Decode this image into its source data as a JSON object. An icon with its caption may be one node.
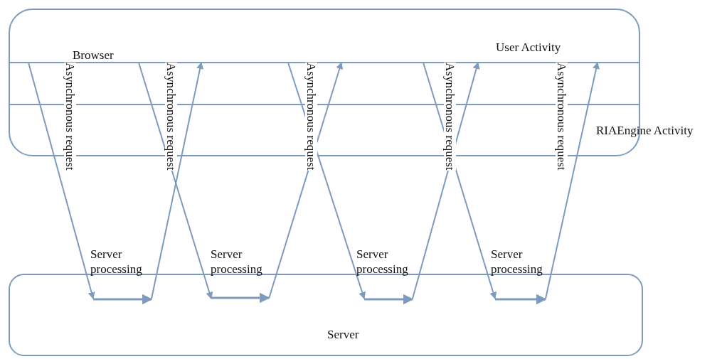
{
  "diagram": {
    "nodes": [
      {
        "text": [
          "Browser"
        ]
      },
      {
        "text": [
          "Server"
        ]
      }
    ],
    "edges": [
      {
        "from": 0,
        "to": 1,
        "arrow": "to"
      },
      {
        "from": 1,
        "to": 0,
        "arrow": "to"
      },
      {
        "from": 0,
        "to": 1,
        "arrow": "to"
      },
      {
        "from": 1,
        "to": 0,
        "arrow": "to"
      },
      {
        "from": 0,
        "to": 1,
        "arrow": "to"
      },
      {
        "from": 1,
        "to": 0,
        "arrow": "to"
      },
      {
        "from": 0,
        "to": 1,
        "arrow": "to"
      },
      {
        "from": 1,
        "to": 0,
        "arrow": "to"
      }
    ],
    "labels": [
      "User Activity",
      "RIAEngine Activity",
      "Asynchronous request",
      "Asynchronous request",
      "Asynchronous request",
      "Asynchronous request",
      "Asynchronous request",
      "Server processing",
      "Server processing",
      "Server processing",
      "Server processing"
    ]
  }
}
